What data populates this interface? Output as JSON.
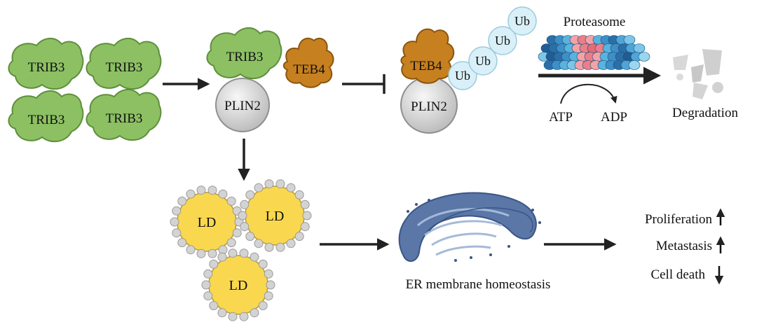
{
  "proteins": {
    "trib3_cluster": [
      "TRIB3",
      "TRIB3",
      "TRIB3",
      "TRIB3"
    ],
    "trib3": "TRIB3",
    "plin2": "PLIN2",
    "teb4": "TEB4",
    "teb4_bound": "TEB4",
    "plin2_bound": "PLIN2",
    "ubiquitin": [
      "Ub",
      "Ub",
      "Ub",
      "Ub"
    ]
  },
  "degradation": {
    "proteasome_label": "Proteasome",
    "atp_label": "ATP",
    "adp_label": "ADP",
    "degradation_label": "Degradation"
  },
  "lipid_droplets": [
    "LD",
    "LD",
    "LD"
  ],
  "er": {
    "label": "ER membrane homeostasis"
  },
  "outcomes": [
    {
      "label": "Proliferation",
      "direction": "up"
    },
    {
      "label": "Metastasis",
      "direction": "up"
    },
    {
      "label": "Cell death",
      "direction": "down"
    }
  ],
  "colors": {
    "trib3_green": "#8cc063",
    "teb4_orange": "#c7801f",
    "ub_blue": "#d9f0f8",
    "ld_yellow": "#f9d84f",
    "plin2_grey": "#dadada",
    "er_blue": "#5a77a8"
  }
}
